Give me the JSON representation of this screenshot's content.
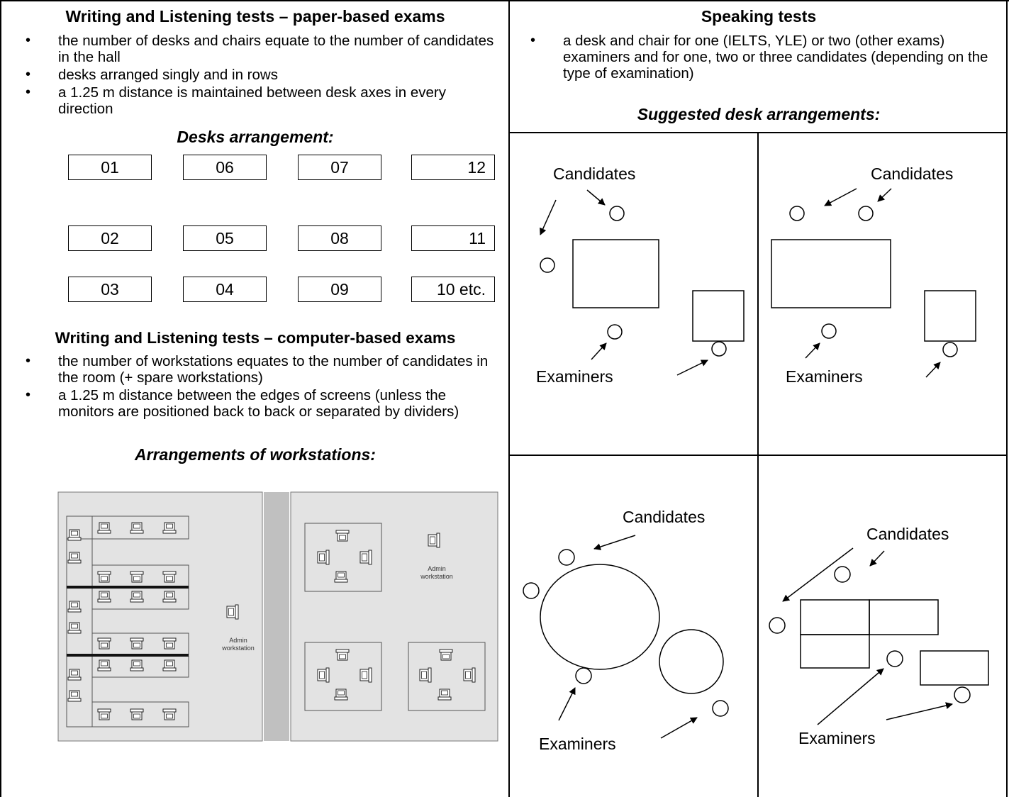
{
  "left": {
    "paper": {
      "heading": "Writing and Listening tests – paper-based exams",
      "bullets": [
        "the number of desks and chairs equate to the number of candidates in the hall",
        "desks arranged singly and in rows",
        "a 1.25 m  distance is maintained between desk axes in every direction"
      ],
      "arrangement_title": "Desks arrangement:",
      "desks": [
        [
          "01",
          "06",
          "07",
          "12"
        ],
        [
          "02",
          "05",
          "08",
          "11"
        ],
        [
          "03",
          "04",
          "09",
          "10 etc."
        ]
      ]
    },
    "computer": {
      "heading": "Writing and Listening tests – computer-based exams",
      "bullets": [
        "the number of workstations equates to the number of candidates in the room (+ spare workstations)",
        "a 1.25 m  distance between the edges of screens (unless the monitors are positioned back to back or separated by dividers)"
      ],
      "arrangement_title": "Arrangements of workstations:",
      "admin_label_left": "Admin workstation",
      "admin_label_right": "Admin workstation"
    }
  },
  "right": {
    "heading": "Speaking tests",
    "bullets": [
      "a desk and chair for one (IELTS, YLE) or two (other exams) examiners and for one, two or three candidates (depending on the type of examination)"
    ],
    "suggested_title": "Suggested desk arrangements:",
    "panels": [
      {
        "candidates": "Candidates",
        "examiners": "Examiners"
      },
      {
        "candidates": "Candidates",
        "examiners": "Examiners"
      },
      {
        "candidates": "Candidates",
        "examiners": "Examiners"
      },
      {
        "candidates": "Candidates",
        "examiners": "Examiners"
      }
    ]
  },
  "colors": {
    "room_fill": "#e3e3e3",
    "corridor": "#c0c0c0",
    "line": "#000000"
  }
}
